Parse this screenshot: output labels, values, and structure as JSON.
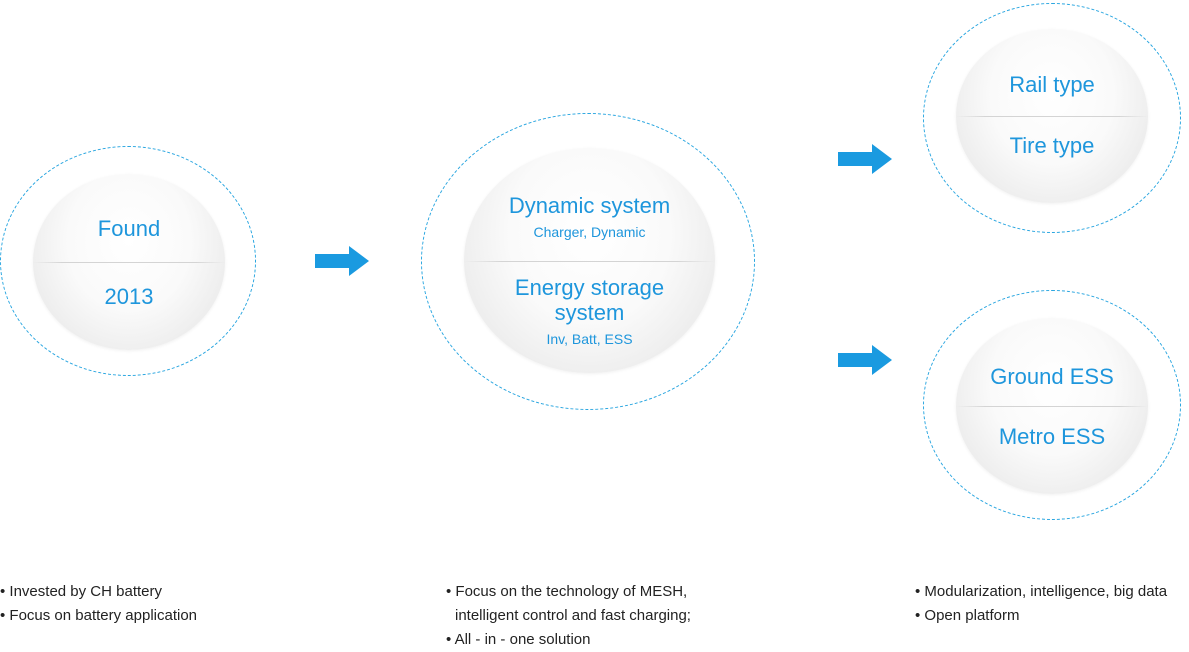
{
  "circles": {
    "found": {
      "top": "Found",
      "bottom": "2013"
    },
    "system": {
      "top_title": "Dynamic system",
      "top_sub": "Charger,  Dynamic",
      "bottom_title_line1": "Energy storage",
      "bottom_title_line2": "system",
      "bottom_sub": "Inv, Batt, ESS"
    },
    "dynamic_types": {
      "top": "Rail type",
      "bottom": "Tire type"
    },
    "ess_types": {
      "top": "Ground ESS",
      "bottom": "Metro ESS"
    }
  },
  "notes": {
    "left": [
      "• Invested by CH battery",
      "• Focus on battery application"
    ],
    "center": [
      "• Focus on the technology of MESH,",
      "intelligent control and fast charging;",
      "• All - in - one solution"
    ],
    "right": [
      "• Modularization, intelligence, big data",
      "• Open platform"
    ]
  },
  "colors": {
    "accent": "#1e96dc",
    "ring": "#2aa6e0",
    "arrow": "#1a9ae0",
    "text": "#222222"
  },
  "icons": {
    "arrow": "right-arrow-icon"
  }
}
